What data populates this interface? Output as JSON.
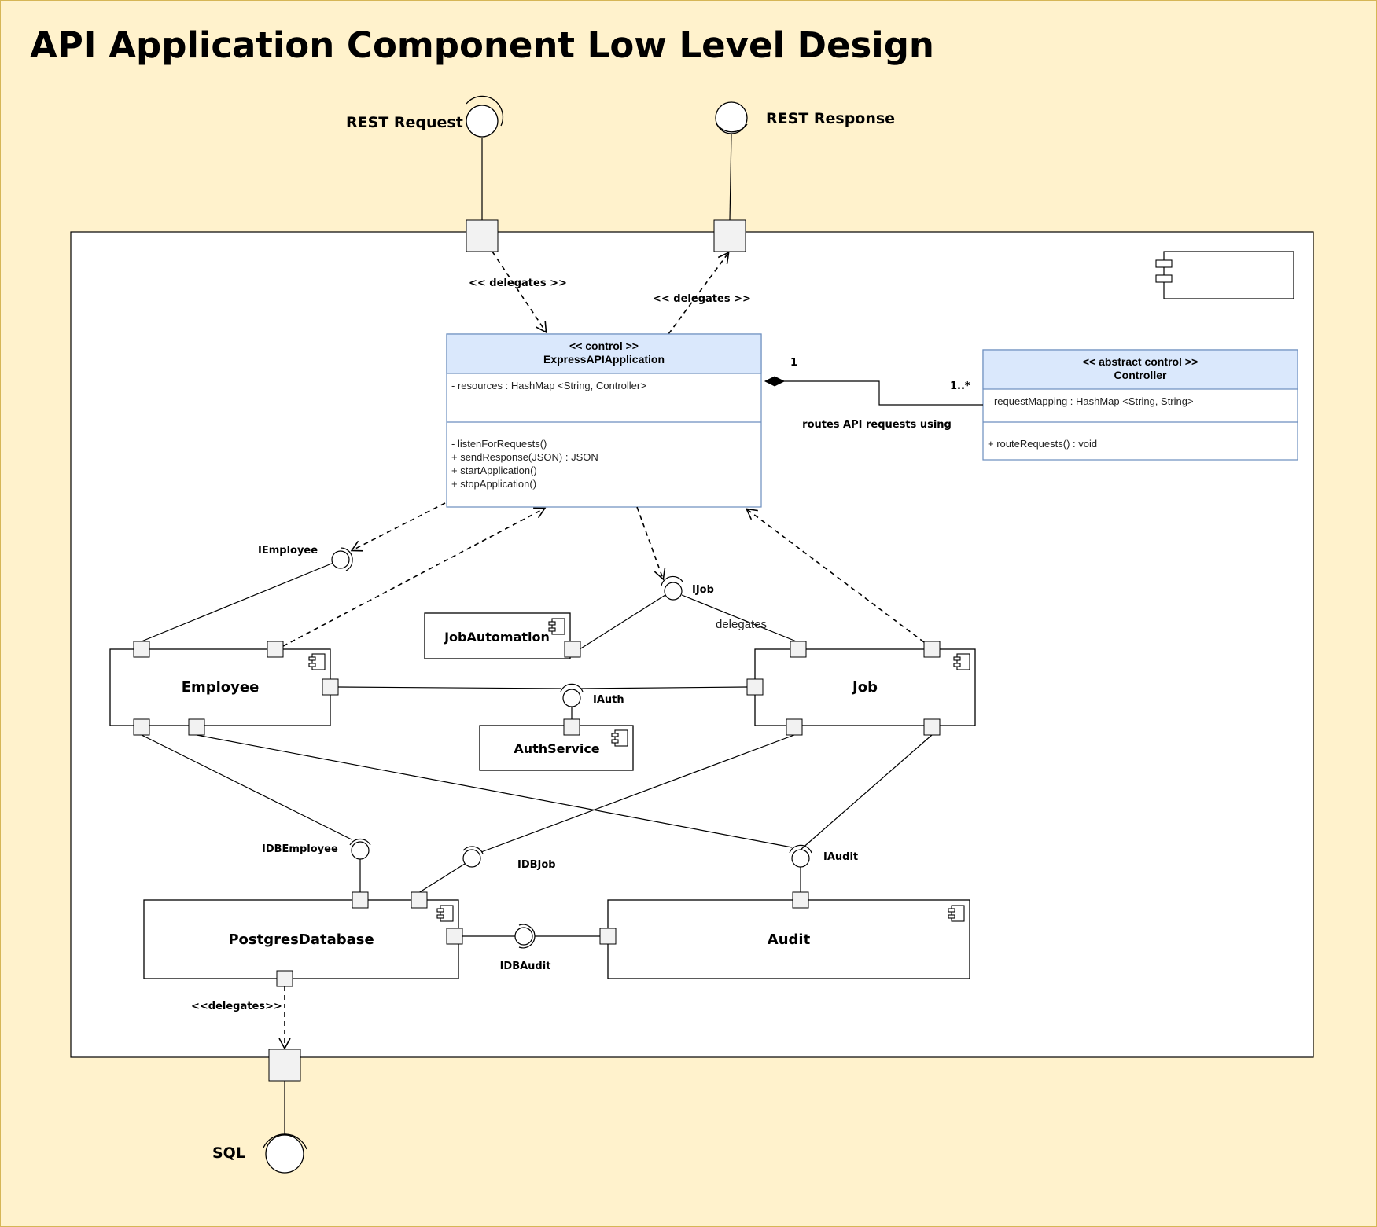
{
  "title": "API Application Component Low Level Design",
  "external": {
    "rest_request": "REST Request",
    "rest_response": "REST Response",
    "sql": "SQL"
  },
  "delegates": {
    "request": "<< delegates >>",
    "response": "<< delegates >>",
    "sql": "<<delegates>>",
    "job": "delegates"
  },
  "express_class": {
    "stereotype": "<< control >>",
    "name": "ExpressAPIApplication",
    "attributes": [
      "- resources : HashMap <String, Controller>"
    ],
    "methods": [
      "- listenForRequests()",
      "+ sendResponse(JSON) : JSON",
      "+ startApplication()",
      "+ stopApplication()"
    ]
  },
  "controller_class": {
    "stereotype": "<< abstract control >>",
    "name": "Controller",
    "attributes": [
      "- requestMapping : HashMap <String, String>"
    ],
    "methods": [
      "+ routeRequests() : void"
    ]
  },
  "association": {
    "label": "routes API requests using",
    "mult_source": "1",
    "mult_target": "1..*"
  },
  "components": {
    "employee": "Employee",
    "job": "Job",
    "job_automation": "JobAutomation",
    "auth_service": "AuthService",
    "postgres": "PostgresDatabase",
    "audit": "Audit"
  },
  "interfaces": {
    "iemployee": "IEmployee",
    "ijob": "IJob",
    "iauth": "IAuth",
    "idbemployee": "IDBEmployee",
    "idbjob": "IDBJob",
    "iaudit": "IAudit",
    "idbaudit": "IDBAudit"
  }
}
